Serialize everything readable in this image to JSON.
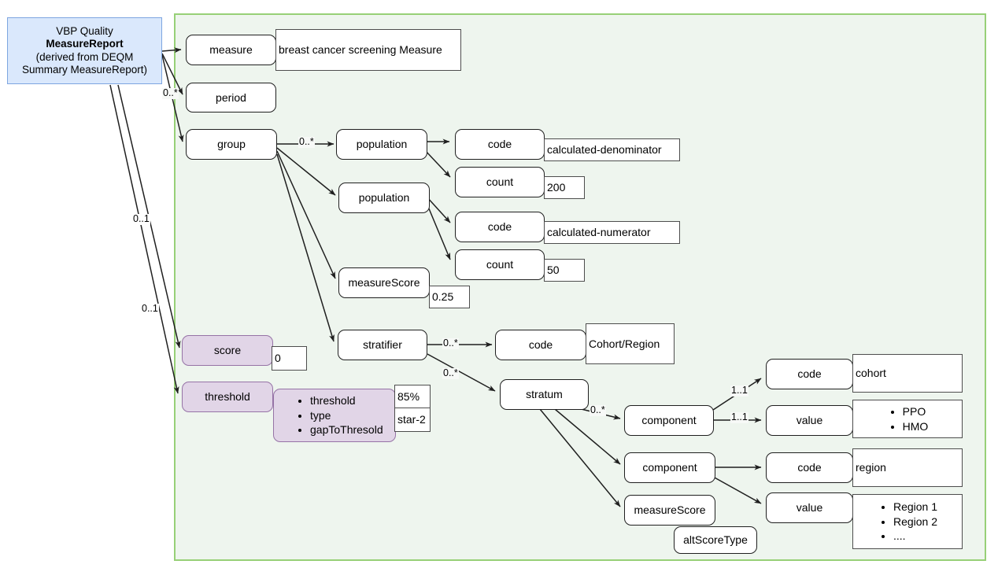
{
  "diagram": {
    "root": {
      "line1": "VBP Quality",
      "line2": "MeasureReport",
      "line3": "(derived from DEQM",
      "line4": "Summary MeasureReport)"
    },
    "nodes": {
      "measure": "measure",
      "measure_value": "breast cancer screening Measure",
      "period": "period",
      "group": "group",
      "population1": "population",
      "population2": "population",
      "code_denom": "code",
      "code_denom_value": "calculated-denominator",
      "count_denom": "count",
      "count_denom_value": "200",
      "code_num": "code",
      "code_num_value": "calculated-numerator",
      "count_num": "count",
      "count_num_value": "50",
      "measure_score_group": "measureScore",
      "measure_score_group_value": "0.25",
      "score": "score",
      "score_value": "0",
      "threshold": "threshold",
      "threshold_bullets": [
        "threshold",
        "type",
        "gapToThresold"
      ],
      "threshold_value_1": "85%",
      "threshold_value_2": "star-2",
      "stratifier": "stratifier",
      "stratifier_code": "code",
      "stratifier_code_value": "Cohort/Region",
      "stratum": "stratum",
      "component1": "component",
      "component2": "component",
      "stratum_measure_score": "measureScore",
      "alt_score_type": "altScoreType",
      "comp1_code": "code",
      "comp1_code_value": "cohort",
      "comp1_value": "value",
      "comp1_value_bullets": [
        "PPO",
        "HMO"
      ],
      "comp2_code": "code",
      "comp2_code_value": "region",
      "comp2_value": "value",
      "comp2_value_bullets": [
        "Region 1",
        "Region 2",
        "...."
      ]
    },
    "edge_labels": {
      "root_to_period": "0..*",
      "root_to_score": "0..1",
      "root_to_threshold": "0..1",
      "group_to_population": "0..*",
      "stratifier_to_code": "0..*",
      "stratifier_to_stratum": "0..*",
      "stratum_to_component": "0..*",
      "component_to_code": "1..1",
      "component_to_value": "1..1"
    },
    "colors": {
      "container_fill": "#eef5ee",
      "container_stroke": "#97d077",
      "root_fill": "#dae8fc",
      "root_stroke": "#7ea6e0",
      "accent_fill": "#e1d5e7",
      "accent_stroke": "#9673a6",
      "node_stroke": "#1f1f1f",
      "value_stroke": "#4d4d4d"
    }
  }
}
